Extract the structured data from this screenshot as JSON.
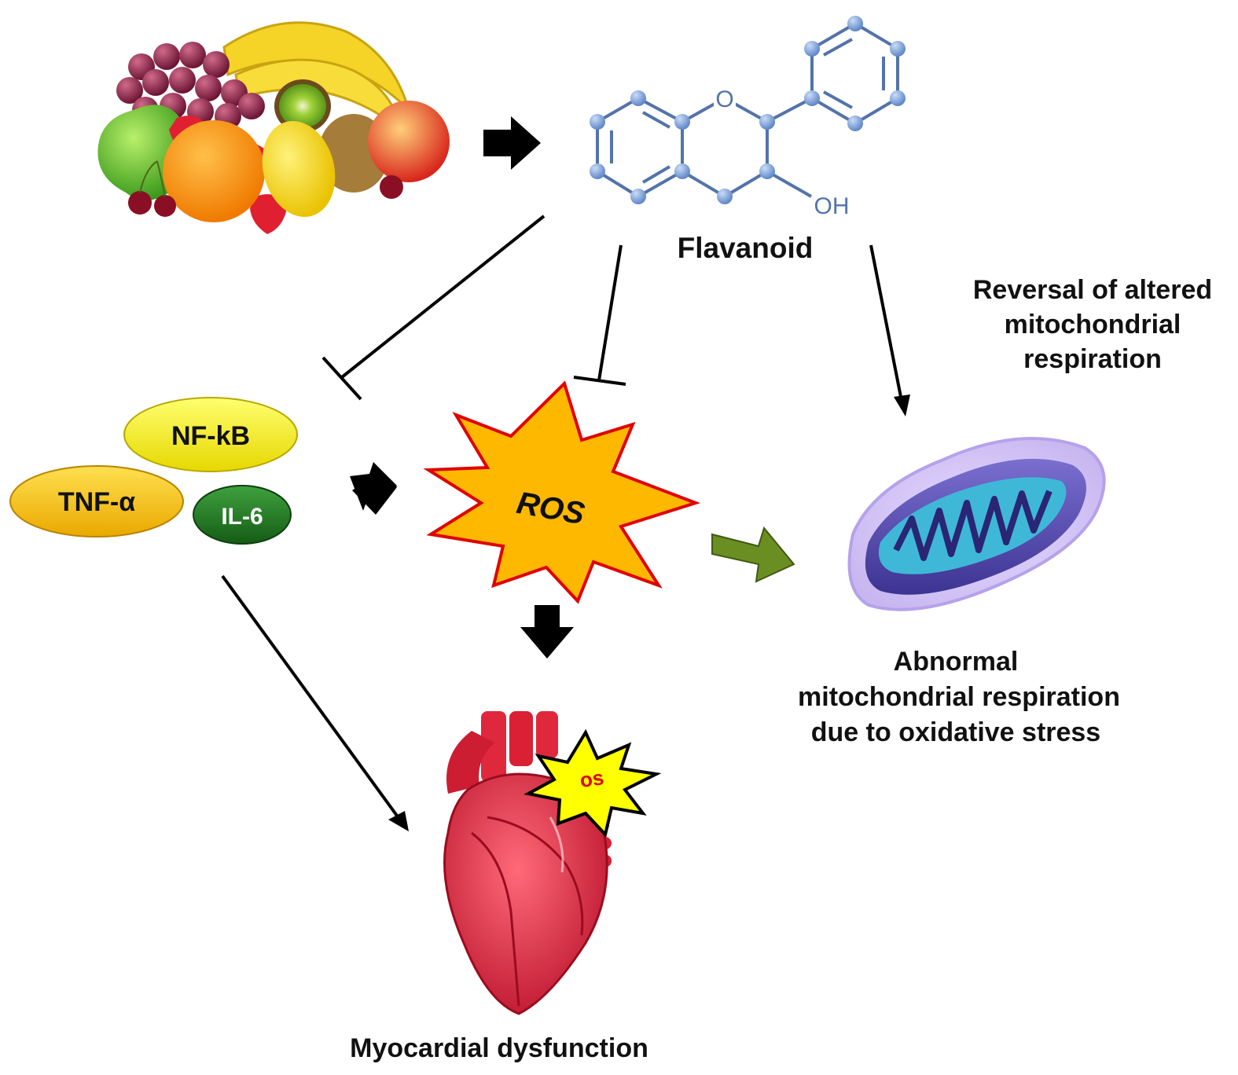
{
  "labels": {
    "flavanoid": "Flavanoid",
    "oh_group": "OH",
    "ring_oxygen": "O",
    "reversal_line1": "Reversal of altered",
    "reversal_line2": "mitochondrial",
    "reversal_line3": "respiration",
    "nfkb": "NF-kB",
    "tnfa": "TNF-α",
    "il6": "IL-6",
    "ros": "ROS",
    "os": "os",
    "abnormal_line1": "Abnormal",
    "abnormal_line2": "mitochondrial respiration",
    "abnormal_line3": "due to oxidative stress",
    "myocardial": "Myocardial dysfunction"
  },
  "colors": {
    "atom_blue": "#7c9fd6",
    "bond_blue": "#4d6ea8",
    "ros_fill": "#ffb800",
    "ros_stroke": "#e00000",
    "os_fill": "#ffff00",
    "nfkb_fill": "#f7f000",
    "tnfa_fill": "#f5c400",
    "il6_fill": "#1e7a1e",
    "green_arrow": "#6b8e23",
    "heart_red": "#e0283c",
    "mito_purple": "#8f7fd6",
    "mito_teal": "#3fb8d8"
  },
  "icons": [
    "fruit-basket-icon",
    "flavanoid-molecule-icon",
    "mitochondrion-icon",
    "heart-icon"
  ]
}
